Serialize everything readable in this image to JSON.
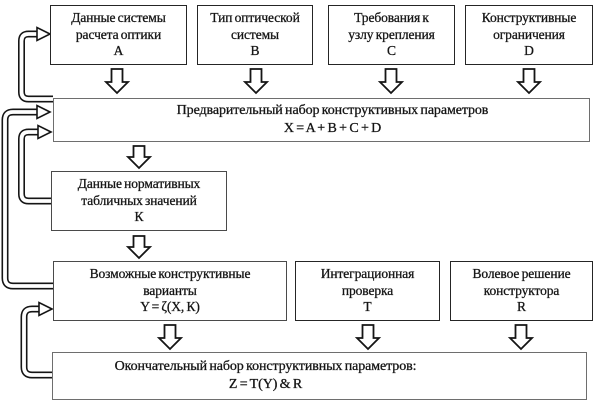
{
  "diagram": {
    "boxes": {
      "a": {
        "line1": "Данные системы",
        "line2": "расчета оптики",
        "symbol": "A"
      },
      "b": {
        "line1": "Тип оптической",
        "line2": "системы",
        "symbol": "B"
      },
      "c": {
        "line1": "Требования к",
        "line2": "узлу крепления",
        "symbol": "C"
      },
      "d": {
        "line1": "Конструктивные",
        "line2": "ограничения",
        "symbol": "D"
      },
      "x": {
        "line1": "Предварительный набор конструктивных параметров",
        "formula": "X = A + B + C + D"
      },
      "k": {
        "line1": "Данные нормативных",
        "line2": "табличных значений",
        "symbol": "К"
      },
      "y": {
        "line1": "Возможные конструктивные",
        "line2": "варианты",
        "formula": "Y = ζ(X, К)"
      },
      "t": {
        "line1": "Интеграционная",
        "line2": "проверка",
        "symbol": "Т"
      },
      "r": {
        "line1": "Волевое решение",
        "line2": "конструктора",
        "symbol": "R"
      },
      "z": {
        "line1": "Окончательный набор конструктивных параметров:",
        "formula": "Z = T(Y) & R"
      }
    },
    "colors": {
      "background": "#ffffff",
      "text": "#151515",
      "box_border_dark": "#252525",
      "box_border_mid": "#4a4a4a",
      "box_border_light": "#6e6e6e",
      "arrow_stroke": "#151515",
      "arrow_fill": "#ffffff"
    }
  }
}
